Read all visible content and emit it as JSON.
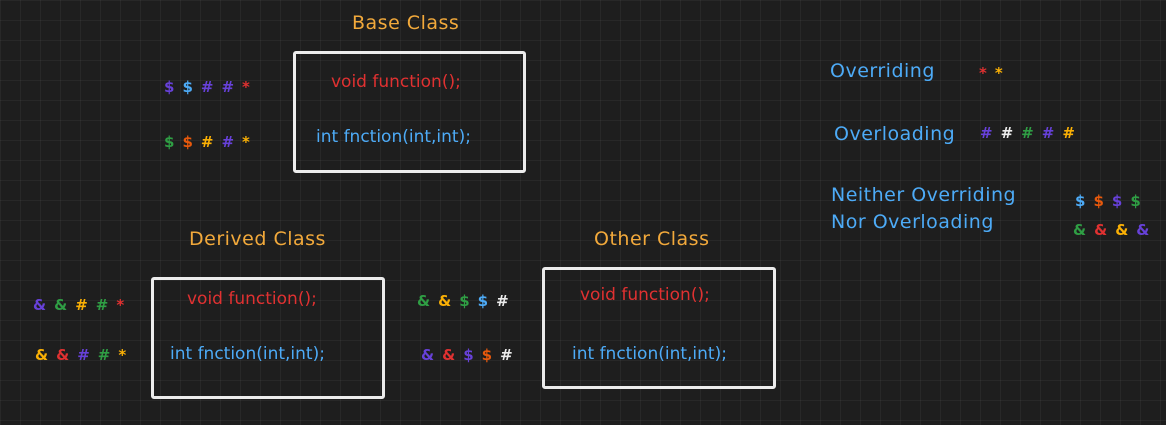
{
  "colors": {
    "orange": "#f2a93b",
    "red": "#e03131",
    "blue": "#4dabf7",
    "green": "#2f9e44",
    "purple": "#6741d9",
    "white": "#ececec",
    "yellow": "#fab005",
    "orange_sym": "#e8590c"
  },
  "base": {
    "title": "Base Class",
    "method1": "void function();",
    "method2": "int fnction(int,int);",
    "row1": [
      {
        "ch": "$",
        "c": "purple"
      },
      {
        "ch": "$",
        "c": "blue"
      },
      {
        "ch": "#",
        "c": "purple"
      },
      {
        "ch": "#",
        "c": "purple"
      },
      {
        "ch": "*",
        "c": "red"
      }
    ],
    "row2": [
      {
        "ch": "$",
        "c": "green"
      },
      {
        "ch": "$",
        "c": "orange_sym"
      },
      {
        "ch": "#",
        "c": "yellow"
      },
      {
        "ch": "#",
        "c": "purple"
      },
      {
        "ch": "*",
        "c": "yellow"
      }
    ]
  },
  "derived": {
    "title": "Derived Class",
    "method1": "void function();",
    "method2": "int fnction(int,int);",
    "row1": [
      {
        "ch": "&",
        "c": "purple"
      },
      {
        "ch": "&",
        "c": "green"
      },
      {
        "ch": "#",
        "c": "yellow"
      },
      {
        "ch": "#",
        "c": "green"
      },
      {
        "ch": "*",
        "c": "red"
      }
    ],
    "row2": [
      {
        "ch": "&",
        "c": "yellow"
      },
      {
        "ch": "&",
        "c": "red"
      },
      {
        "ch": "#",
        "c": "purple"
      },
      {
        "ch": "#",
        "c": "green"
      },
      {
        "ch": "*",
        "c": "yellow"
      }
    ]
  },
  "other": {
    "title": "Other Class",
    "method1": "void function();",
    "method2": "int fnction(int,int);",
    "row1": [
      {
        "ch": "&",
        "c": "green"
      },
      {
        "ch": "&",
        "c": "yellow"
      },
      {
        "ch": "$",
        "c": "green"
      },
      {
        "ch": "$",
        "c": "blue"
      },
      {
        "ch": "#",
        "c": "white"
      }
    ],
    "row2": [
      {
        "ch": "&",
        "c": "purple"
      },
      {
        "ch": "&",
        "c": "red"
      },
      {
        "ch": "$",
        "c": "purple"
      },
      {
        "ch": "$",
        "c": "orange_sym"
      },
      {
        "ch": "#",
        "c": "white"
      }
    ]
  },
  "legend": {
    "overriding": {
      "label": "Overriding",
      "symbols": [
        {
          "ch": "*",
          "c": "red"
        },
        {
          "ch": "*",
          "c": "yellow"
        }
      ]
    },
    "overloading": {
      "label": "Overloading",
      "symbols": [
        {
          "ch": "#",
          "c": "purple"
        },
        {
          "ch": "#",
          "c": "white"
        },
        {
          "ch": "#",
          "c": "green"
        },
        {
          "ch": "#",
          "c": "purple"
        },
        {
          "ch": "#",
          "c": "yellow"
        }
      ]
    },
    "neither": {
      "label_line1": "Neither Overriding",
      "label_line2": "Nor Overloading",
      "symbols_row1": [
        {
          "ch": "$",
          "c": "blue"
        },
        {
          "ch": "$",
          "c": "orange_sym"
        },
        {
          "ch": "$",
          "c": "purple"
        },
        {
          "ch": "$",
          "c": "green"
        }
      ],
      "symbols_row2": [
        {
          "ch": "&",
          "c": "green"
        },
        {
          "ch": "&",
          "c": "red"
        },
        {
          "ch": "&",
          "c": "yellow"
        },
        {
          "ch": "&",
          "c": "purple"
        }
      ]
    }
  }
}
